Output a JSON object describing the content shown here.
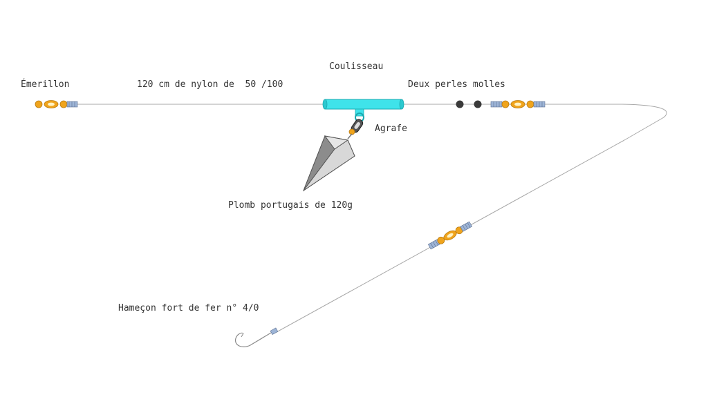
{
  "labels": {
    "swivel": "Émerillon",
    "nylon": "120 cm de nylon de  50 /100",
    "slider": "Coulisseau",
    "beads": "Deux perles molles",
    "clip": "Agrafe",
    "sinker": "Plomb portugais de 120g",
    "hook": "Hameçon fort de fer n° 4/0"
  },
  "colors": {
    "line": "#9a9a9a",
    "slider_tube": "#3fe3ea",
    "swivel_gold": "#f0a41c",
    "bead_dark": "#3a3a3a",
    "crimp_blue": "#9db4d6",
    "sinker_grey": "#a9a9a9"
  }
}
